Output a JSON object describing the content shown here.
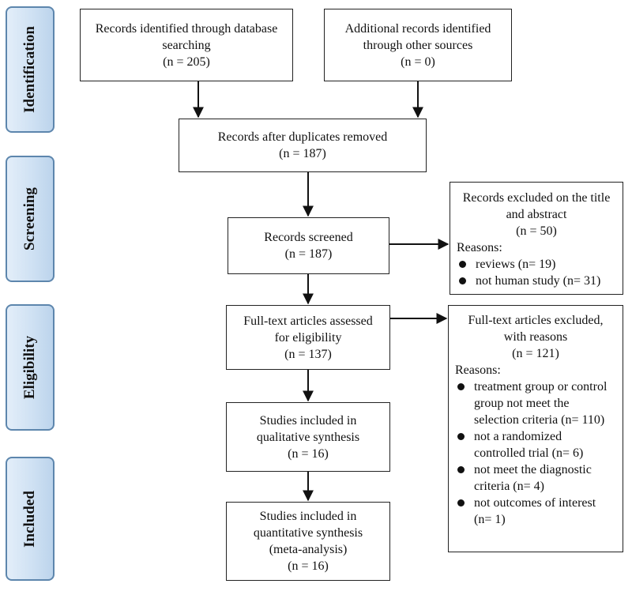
{
  "stages": {
    "identification": "Identification",
    "screening": "Screening",
    "eligibility": "Eligibility",
    "included": "Included"
  },
  "boxes": {
    "database": {
      "line1": "Records identified through database",
      "line2": "searching",
      "n": "(n = 205)"
    },
    "other_sources": {
      "line1": "Additional records identified",
      "line2": "through other sources",
      "n": "(n = 0)"
    },
    "duplicates_removed": {
      "line1": "Records after duplicates removed",
      "n": "(n = 187)"
    },
    "screened": {
      "line1": "Records screened",
      "n": "(n = 187)"
    },
    "excluded_title": {
      "line1": "Records excluded on the title",
      "line2": "and abstract",
      "n": "(n = 50)",
      "reasons_label": "Reasons:",
      "reasons": [
        "reviews (n= 19)",
        "not human study (n= 31)"
      ]
    },
    "full_text": {
      "line1": "Full-text articles assessed",
      "line2": "for eligibility",
      "n": "(n = 137)"
    },
    "full_text_excluded": {
      "line1": "Full-text articles excluded,",
      "line2": "with reasons",
      "n": "(n = 121)",
      "reasons_label": "Reasons:",
      "reasons": [
        {
          "a": "treatment group or control",
          "b": "group not meet the",
          "c": "selection criteria (n= 110)"
        },
        {
          "a": "not a randomized",
          "b": "controlled trial (n= 6)"
        },
        {
          "a": "not meet the diagnostic",
          "b": "criteria (n= 4)"
        },
        {
          "a": "not outcomes of interest",
          "b": "(n= 1)"
        }
      ]
    },
    "qualitative": {
      "line1": "Studies included in",
      "line2": "qualitative synthesis",
      "n": "(n = 16)"
    },
    "quantitative": {
      "line1": "Studies included in",
      "line2": "quantitative synthesis",
      "line3": "(meta-analysis)",
      "n": "(n = 16)"
    }
  },
  "colors": {
    "stage_fill": "#cfe1f3",
    "stage_border": "#5d86ad",
    "line": "#111111"
  }
}
